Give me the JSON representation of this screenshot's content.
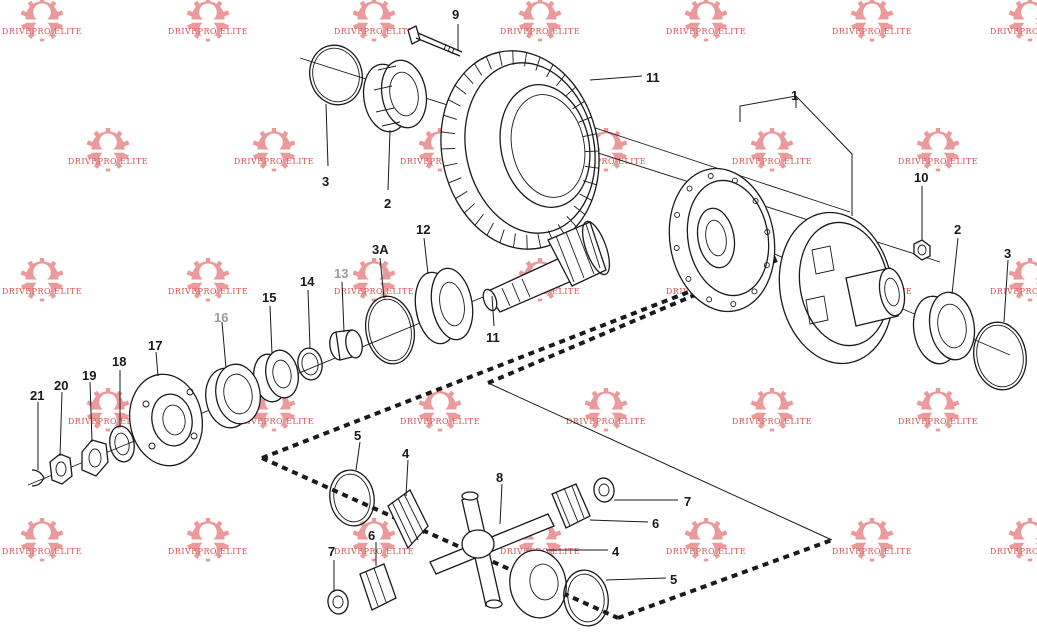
{
  "watermark": {
    "text": "DRIVEPRO ELITE",
    "color": "#e8898a",
    "text_color": "#d4534f",
    "icon": "gear-icon"
  },
  "callouts": [
    {
      "id": "c9",
      "label": "9"
    },
    {
      "id": "c11a",
      "label": "11"
    },
    {
      "id": "c1",
      "label": "1"
    },
    {
      "id": "c3a",
      "label": "3"
    },
    {
      "id": "c2a",
      "label": "2"
    },
    {
      "id": "c10",
      "label": "10"
    },
    {
      "id": "c2b",
      "label": "2"
    },
    {
      "id": "c3b",
      "label": "3"
    },
    {
      "id": "c3A",
      "label": "3A"
    },
    {
      "id": "c12",
      "label": "12"
    },
    {
      "id": "c14",
      "label": "14"
    },
    {
      "id": "c13",
      "label": "13"
    },
    {
      "id": "c15",
      "label": "15"
    },
    {
      "id": "c16",
      "label": "16"
    },
    {
      "id": "c11b",
      "label": "11"
    },
    {
      "id": "c17",
      "label": "17"
    },
    {
      "id": "c18",
      "label": "18"
    },
    {
      "id": "c19",
      "label": "19"
    },
    {
      "id": "c20",
      "label": "20"
    },
    {
      "id": "c21",
      "label": "21"
    },
    {
      "id": "c5a",
      "label": "5"
    },
    {
      "id": "c4a",
      "label": "4"
    },
    {
      "id": "c8",
      "label": "8"
    },
    {
      "id": "c7a",
      "label": "7"
    },
    {
      "id": "c6a",
      "label": "6"
    },
    {
      "id": "c6b",
      "label": "6"
    },
    {
      "id": "c4b",
      "label": "4"
    },
    {
      "id": "c7b",
      "label": "7"
    },
    {
      "id": "c5b",
      "label": "5"
    }
  ]
}
